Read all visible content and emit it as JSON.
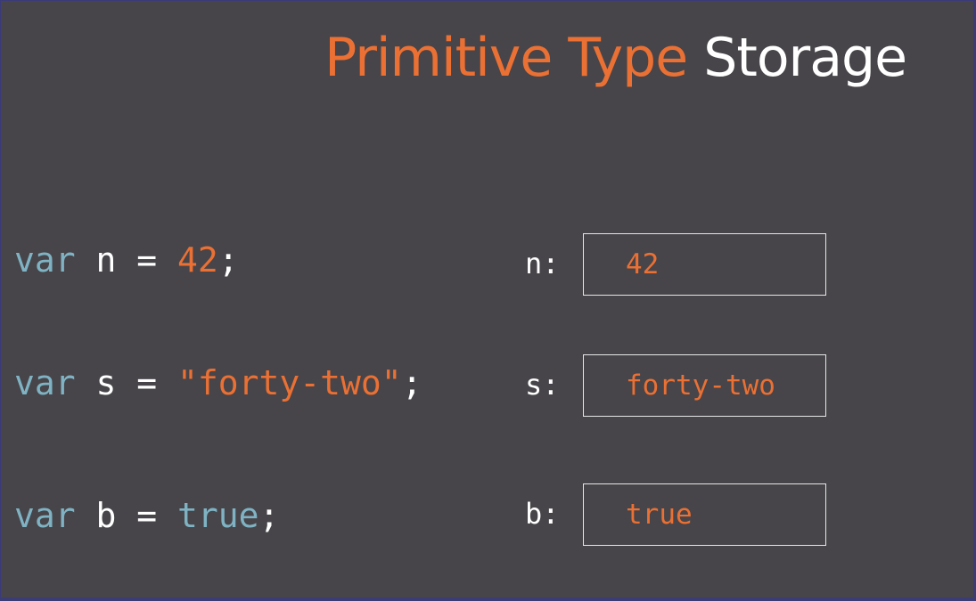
{
  "title": {
    "accent_text": "Primitive Type",
    "plain_text": "Storage"
  },
  "code": {
    "line1": {
      "keyword": "var",
      "name": " n = ",
      "value": "42",
      "end": ";"
    },
    "line2": {
      "keyword": "var",
      "name": " s = ",
      "value": "\"forty-two\"",
      "end": ";"
    },
    "line3": {
      "keyword": "var",
      "name": " b = ",
      "value": "true",
      "end": ";"
    }
  },
  "storage": {
    "n": {
      "label": "n:",
      "value": "42"
    },
    "s": {
      "label": "s:",
      "value": "forty-two"
    },
    "b": {
      "label": "b:",
      "value": "true"
    }
  },
  "colors": {
    "background": "#474549",
    "accent": "#ea7034",
    "keyword": "#7fb3c4",
    "text": "#ffffff",
    "frame": "#3b3c74"
  }
}
